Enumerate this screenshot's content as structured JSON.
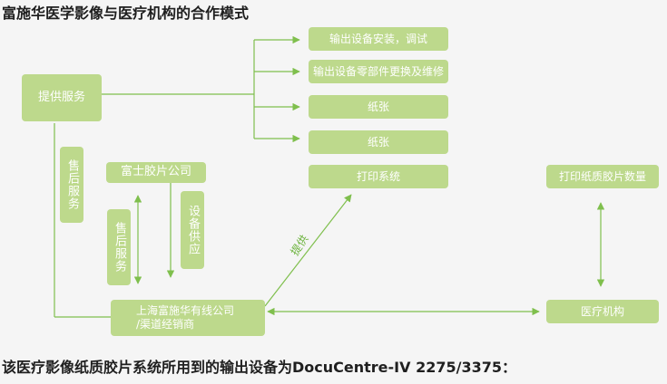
{
  "title": "富施华医学影像与医疗机构的合作模式",
  "footer": "该医疗影像纸质胶片系统所用到的输出设备为DocuCentre-IV 2275/3375：",
  "colors": {
    "box": "#bdd98c",
    "line": "#7fbf4d"
  },
  "nodes": {
    "provide_service": "提供服务",
    "output_install": "输出设备安装，调试",
    "output_parts": "输出设备零部件更换及维修",
    "paper1": "纸张",
    "paper2": "纸张",
    "print_system": "打印系统",
    "print_count": "打印纸质胶片数量",
    "after_sales_left": "售后服务",
    "fuji": "富士胶片公司",
    "after_sales_mid": "售后服务",
    "equipment_supply": "设备供应",
    "shanghai_line1": "上海富施华有线公司",
    "shanghai_line2": "/渠道经销商",
    "medical": "医疗机构"
  },
  "labels": {
    "provide": "提供"
  }
}
